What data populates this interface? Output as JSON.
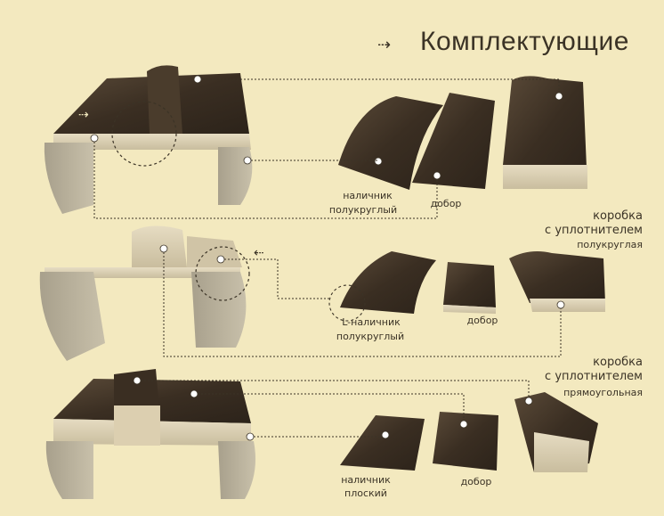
{
  "header": {
    "title": "Комплектующие",
    "arrow_icon": "dotted-arrow-right-icon"
  },
  "labels": {
    "nalichnik_polukruglyi_1": "наличник",
    "nalichnik_polukruglyi_2": "полукруглый",
    "dobor_1": "добор",
    "korobka_polukruglaya_1": "коробка",
    "korobka_polukruglaya_2": "с уплотнителем",
    "korobka_polukruglaya_3": "полукруглая",
    "l_nalichnik_1": "L-наличник",
    "l_nalichnik_2": "полукруглый",
    "dobor_2": "добор",
    "korobka_pryamougolnaya_1": "коробка",
    "korobka_pryamougolnaya_2": "с уплотнителем",
    "korobka_pryamougolnaya_3": "прямоугольная",
    "nalichnik_ploskii_1": "наличник",
    "nalichnik_ploskii_2": "плоский",
    "dobor_3": "добор"
  },
  "colors": {
    "background": "#f3e9bf",
    "wood_dark": "#3e3226",
    "wood_light": "#d8cdb0",
    "text": "#3b3326"
  }
}
